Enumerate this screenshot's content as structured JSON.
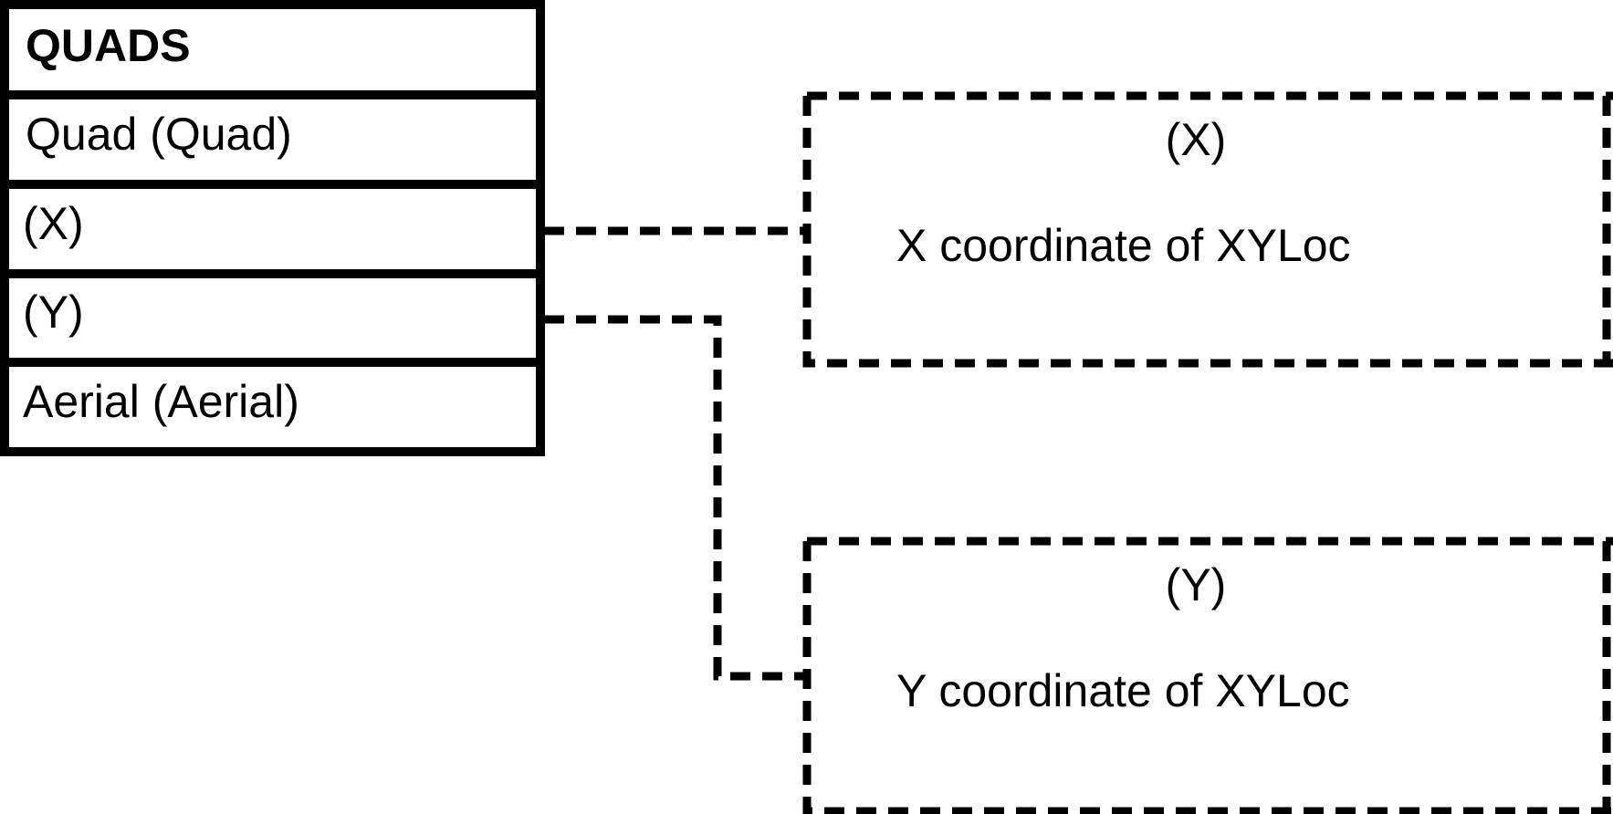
{
  "entity": {
    "title": "QUADS",
    "rows": [
      {
        "label": "Quad (Quad)"
      },
      {
        "label": "(X)"
      },
      {
        "label": "(Y)"
      },
      {
        "label": "Aerial (Aerial)"
      }
    ]
  },
  "notes": [
    {
      "title": "(X)",
      "description": "X coordinate of XYLoc"
    },
    {
      "title": "(Y)",
      "description": "Y coordinate of XYLoc"
    }
  ]
}
